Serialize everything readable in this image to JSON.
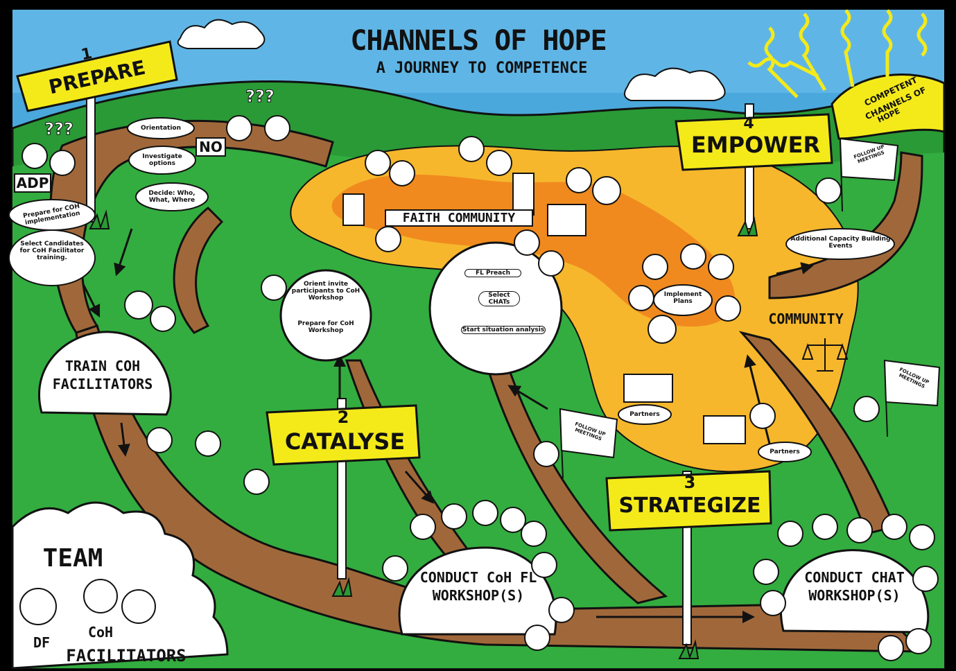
{
  "header": {
    "title": "CHANNELS OF HOPE",
    "subtitle": "A JOURNEY TO COMPETENCE"
  },
  "signs": {
    "prepare": {
      "num": "1",
      "label": "PREPARE"
    },
    "catalyse": {
      "num": "2",
      "label": "CATALYSE"
    },
    "strategize": {
      "num": "3",
      "label": "STRATEGIZE"
    },
    "empower": {
      "num": "4",
      "label": "EMPOWER"
    }
  },
  "goal": {
    "line1": "COMPETENT",
    "line2": "CHANNELS OF",
    "line3": "HOPE"
  },
  "prepare_steps": {
    "orientation": "Orientation",
    "investigate": "Investigate options",
    "decide": "Decide: Who, What, Where",
    "prepare_coh": "Prepare for COH implementation",
    "select": "Select Candidates for CoH Facilitator training.",
    "no": "NO",
    "adp": "ADP",
    "question_marks": "???"
  },
  "stations": {
    "train": "TRAIN COH FACILITATORS",
    "conduct_fl": "CONDUCT CoH FL WORKSHOP(S)",
    "conduct_chat": "CONDUCT CHAT WORKSHOP(S)"
  },
  "catalyse_bubble": {
    "orient": "Orient invite participants to CoH Workshop",
    "prepare": "Prepare for CoH Workshop"
  },
  "faith_bubble": {
    "fl_preach": "FL Preach",
    "select_chats": "Select CHATs",
    "situation": "Start situation analysis"
  },
  "areas": {
    "faith": "FAITH COMMUNITY",
    "community": "COMMUNITY",
    "implement": "Implement Plans",
    "partners1": "Partners",
    "partners2": "Partners",
    "additional": "Additional Capacity Building Events"
  },
  "flags": {
    "follow1": "FOLLOW UP MEETINGS",
    "follow2": "FOLLOW UP MEETINGS",
    "follow3": "FOLLOW UP MEETINGS"
  },
  "team": {
    "title": "TEAM",
    "df": "DF",
    "coh": "CoH",
    "facilitators": "FACILITATORS"
  },
  "colors": {
    "sky": "#4aa8dc",
    "hill": "#2fa83c",
    "path": "#a0683a",
    "sign": "#f4ea1a",
    "orange": "#f08a1e",
    "gold": "#f6b72c"
  }
}
